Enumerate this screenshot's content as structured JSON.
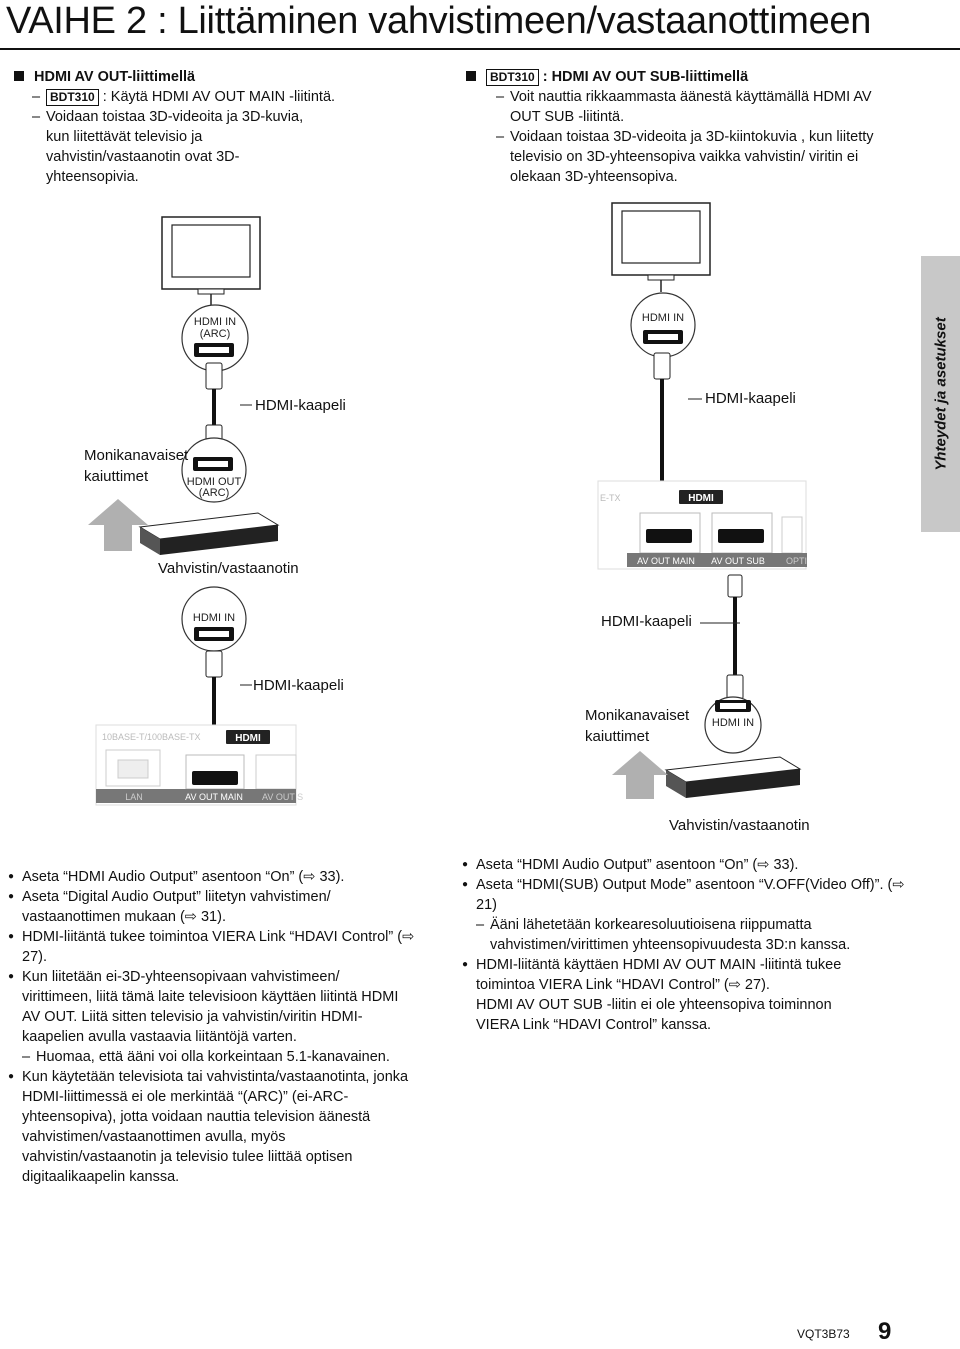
{
  "page": {
    "title": "VAIHE 2 : Liittäminen vahvistimeen/vastaanottimeen",
    "side_tab": "Yhteydet ja asetukset",
    "footer_code": "VQT3B73",
    "page_number": "9"
  },
  "left_section": {
    "heading": "HDMI AV OUT-liittimellä",
    "badge": "BDT310",
    "lines": [
      ": Käytä HDMI AV OUT MAIN -liitintä.",
      "Voidaan toistaa 3D-videoita ja 3D-kuvia, kun liitettävät televisio ja vahvistin/vastaanotin ovat 3D-yhteensopivia."
    ]
  },
  "right_section": {
    "badge": "BDT310",
    "heading": ": HDMI AV OUT SUB-liittimellä",
    "lines": [
      "Voit nauttia rikkaammasta äänestä käyttämällä HDMI AV OUT SUB -liitintä.",
      "Voidaan toistaa 3D-videoita  ja 3D-kiintokuvia , kun liitetty televisio on 3D-yhteensopiva vaikka vahvistin/ viritin ei olekaan 3D-yhteensopiva."
    ]
  },
  "diagram": {
    "hdmi_in_arc": "HDMI IN",
    "arc": "(ARC)",
    "hdmi_out_arc": "HDMI OUT",
    "hdmi_in": "HDMI IN",
    "cable": "HDMI-kaapeli",
    "speakers_line1": "Monikanavaiset",
    "speakers_line2": "kaiuttimet",
    "amplifier": "Vahvistin/vastaanotin",
    "av_out_main": "AV OUT   MAIN",
    "av_out_sub": "AV OUT   SUB",
    "optical": "OPTI",
    "lan_speed": "10BASE-T/100BASE-TX",
    "lan": "LAN",
    "av_out_s": "AV OUT   S",
    "e_tx": "E-TX",
    "hdmi_logo": "HDMI"
  },
  "left_notes": [
    "Aseta “HDMI Audio Output” asentoon “On” (⇨ 33).",
    "Aseta “Digital Audio Output” liitetyn vahvistimen/ vastaanottimen mukaan (⇨ 31).",
    "HDMI-liitäntä tukee toimintoa VIERA Link “HDAVI Control” (⇨ 27).",
    "Kun liitetään ei-3D-yhteensopivaan vahvistimeen/ virittimeen, liitä tämä laite televisioon käyttäen liitintä HDMI AV OUT. Liitä sitten televisio ja vahvistin/viritin HDMI-kaapelien avulla vastaavia liitäntöjä varten.",
    "Huomaa, että ääni voi olla korkeintaan 5.1-kanavainen.",
    "Kun käytetään televisiota tai vahvistinta/vastaanotinta, jonka HDMI-liittimessä ei ole merkintää “(ARC)” (ei-ARC-yhteensopiva), jotta voidaan nauttia television äänestä vahvistimen/vastaanottimen avulla, myös vahvistin/vastaanotin ja televisio tulee liittää optisen digitaalikaapelin kanssa."
  ],
  "right_notes": [
    "Aseta “HDMI Audio Output” asentoon “On” (⇨ 33).",
    "Aseta “HDMI(SUB) Output Mode” asentoon “V.OFF(Video Off)”. (⇨ 21)",
    "Ääni lähetetään korkearesoluutioisena riippumatta vahvistimen/virittimen yhteensopivuudesta 3D:n kanssa.",
    "HDMI-liitäntä käyttäen HDMI AV OUT MAIN -liitintä tukee toimintoa VIERA Link “HDAVI Control” (⇨ 27).",
    "HDMI AV OUT SUB -liitin ei ole yhteensopiva toiminnon VIERA Link “HDAVI Control” kanssa."
  ]
}
